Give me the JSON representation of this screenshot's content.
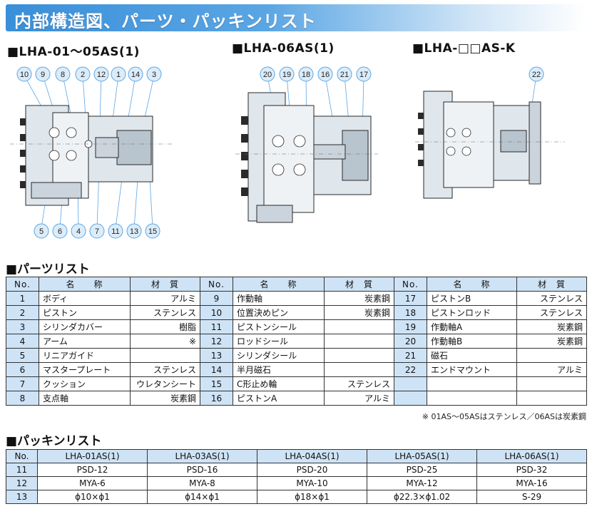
{
  "banner": {
    "title": "内部構造図、パーツ・パッキンリスト"
  },
  "figures": [
    {
      "title": "■LHA-01～05AS(1)",
      "balloons_top": [
        "10",
        "9",
        "8",
        "2",
        "12",
        "1",
        "14",
        "3"
      ],
      "balloons_bottom": [
        "5",
        "6",
        "4",
        "7",
        "11",
        "13",
        "15"
      ]
    },
    {
      "title": "■LHA-06AS(1)",
      "balloons_top": [
        "20",
        "19",
        "18",
        "16",
        "21",
        "17"
      ],
      "balloons_bottom": []
    },
    {
      "title": "■LHA-□□AS-K",
      "balloons_top": [
        "22"
      ],
      "balloons_bottom": []
    }
  ],
  "parts_list": {
    "title": "■パーツリスト",
    "headers": {
      "no": "No.",
      "name": "名　　称",
      "material": "材　質"
    },
    "columns": [
      [
        {
          "no": "1",
          "name": "ボディ",
          "material": "アルミ"
        },
        {
          "no": "2",
          "name": "ピストン",
          "material": "ステンレス"
        },
        {
          "no": "3",
          "name": "シリンダカバー",
          "material": "樹脂"
        },
        {
          "no": "4",
          "name": "アーム",
          "material": "※"
        },
        {
          "no": "5",
          "name": "リニアガイド",
          "material": ""
        },
        {
          "no": "6",
          "name": "マスタープレート",
          "material": "ステンレス"
        },
        {
          "no": "7",
          "name": "クッション",
          "material": "ウレタンシート"
        },
        {
          "no": "8",
          "name": "支点軸",
          "material": "炭素鋼"
        }
      ],
      [
        {
          "no": "9",
          "name": "作動軸",
          "material": "炭素鋼"
        },
        {
          "no": "10",
          "name": "位置決めピン",
          "material": "炭素鋼"
        },
        {
          "no": "11",
          "name": "ピストンシール",
          "material": ""
        },
        {
          "no": "12",
          "name": "ロッドシール",
          "material": ""
        },
        {
          "no": "13",
          "name": "シリンダシール",
          "material": ""
        },
        {
          "no": "14",
          "name": "半月磁石",
          "material": ""
        },
        {
          "no": "15",
          "name": "C形止め輪",
          "material": "ステンレス"
        },
        {
          "no": "16",
          "name": "ピストンA",
          "material": "アルミ"
        }
      ],
      [
        {
          "no": "17",
          "name": "ピストンB",
          "material": "ステンレス"
        },
        {
          "no": "18",
          "name": "ピストンロッド",
          "material": "ステンレス"
        },
        {
          "no": "19",
          "name": "作動軸A",
          "material": "炭素鋼"
        },
        {
          "no": "20",
          "name": "作動軸B",
          "material": "炭素鋼"
        },
        {
          "no": "21",
          "name": "磁石",
          "material": ""
        },
        {
          "no": "22",
          "name": "エンドマウント",
          "material": "アルミ"
        },
        {
          "no": "",
          "name": "",
          "material": ""
        },
        {
          "no": "",
          "name": "",
          "material": ""
        }
      ]
    ],
    "note": "※ 01AS～05ASはステンレス／06ASは炭素鋼"
  },
  "packing_list": {
    "title": "■パッキンリスト",
    "headers": [
      "No.",
      "LHA-01AS(1)",
      "LHA-03AS(1)",
      "LHA-04AS(1)",
      "LHA-05AS(1)",
      "LHA-06AS(1)"
    ],
    "rows": [
      [
        "11",
        "PSD-12",
        "PSD-16",
        "PSD-20",
        "PSD-25",
        "PSD-32"
      ],
      [
        "12",
        "MYA-6",
        "MYA-8",
        "MYA-10",
        "MYA-12",
        "MYA-16"
      ],
      [
        "13",
        "ϕ10×ϕ1",
        "ϕ14×ϕ1",
        "ϕ18×ϕ1",
        "ϕ22.3×ϕ1.02",
        "S-29"
      ]
    ]
  }
}
